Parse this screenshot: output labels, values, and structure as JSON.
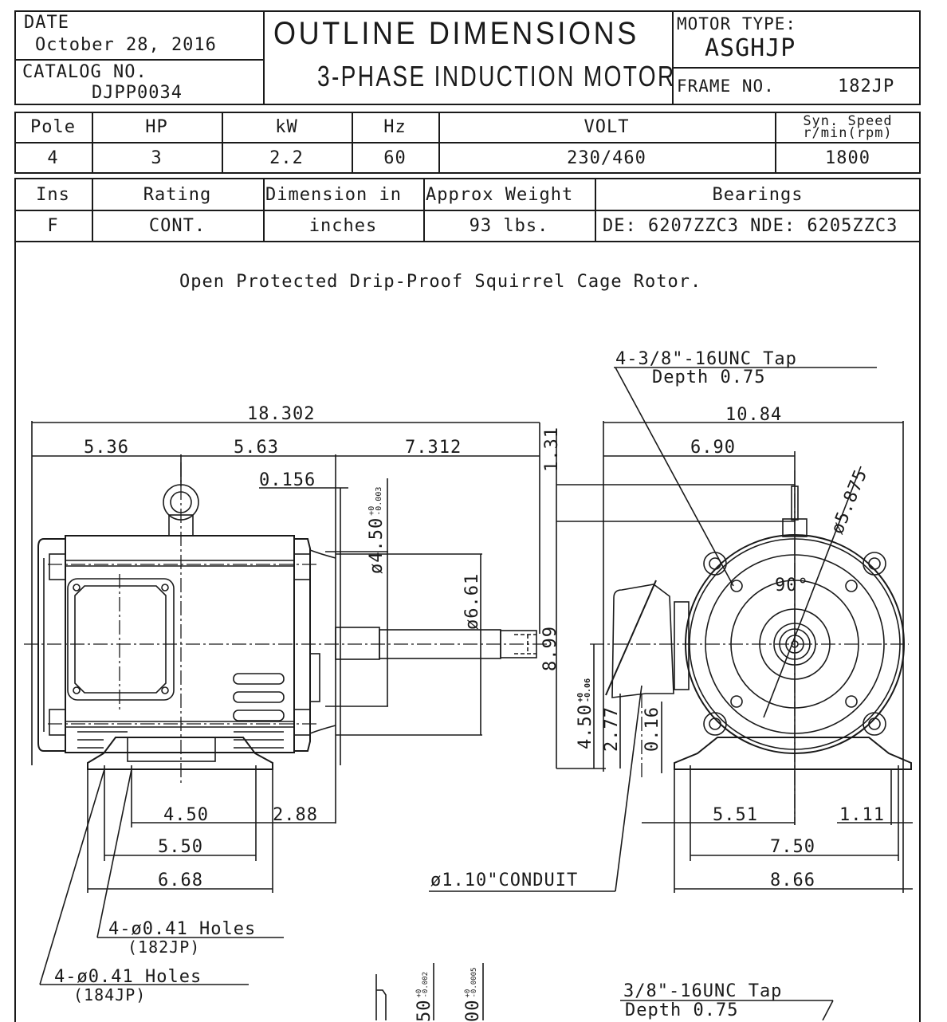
{
  "header": {
    "date_label": "DATE",
    "date_value": "October 28, 2016",
    "catalog_label": "CATALOG NO.",
    "catalog_value": "DJPP0034",
    "title": "OUTLINE DIMENSIONS",
    "subtitle": "3-PHASE INDUCTION MOTOR",
    "motor_type_label": "MOTOR TYPE:",
    "motor_type_value": "ASGHJP",
    "frame_label": "FRAME NO.",
    "frame_value": "182JP"
  },
  "spec_table_1": {
    "headers": [
      "Pole",
      "HP",
      "kW",
      "Hz",
      "VOLT",
      "Syn. Speed",
      "r/min(rpm)"
    ],
    "values": [
      "4",
      "3",
      "2.2",
      "60",
      "230/460",
      "1800"
    ]
  },
  "spec_table_2": {
    "headers": [
      "Ins",
      "Rating",
      "Dimension in",
      "Approx Weight",
      "Bearings"
    ],
    "values": [
      "F",
      "CONT.",
      "inches",
      "93 lbs.",
      "DE: 6207ZZC3 NDE: 6205ZZC3"
    ]
  },
  "description": "Open Protected Drip-Proof Squirrel Cage Rotor.",
  "drawing": {
    "side_view": {
      "overall_length": "18.302",
      "dim_a": "5.36",
      "dim_b": "5.63",
      "dim_c": "7.312",
      "dim_flange": "0.156",
      "pilot_dia": "ø4.50",
      "pilot_tol_upper": "+0",
      "pilot_tol_lower": "-0.003",
      "bolt_circle_dia": "ø6.61",
      "height_total": "8.99",
      "height_top": "1.31",
      "foot_4_50": "4.50",
      "foot_2_88": "2.88",
      "foot_5_50": "5.50",
      "foot_6_68": "6.68",
      "holes_182": "4-ø0.41 Holes",
      "holes_182_frame": "(182JP)",
      "holes_184": "4-ø0.41 Holes",
      "holes_184_frame": "(184JP)",
      "shaft_a": "50",
      "shaft_a_tol_upper": "+0",
      "shaft_a_tol_lower": "-0.002",
      "shaft_b": "00",
      "shaft_b_tol_upper": "+0",
      "shaft_b_tol_lower": "-0.0005"
    },
    "end_view": {
      "tap_note": "4-3/8\"-16UNC Tap",
      "tap_depth": "Depth 0.75",
      "width_total": "10.84",
      "width_to_center": "6.90",
      "face_dia": "ø5.875",
      "angle": "90°",
      "shaft_height": "4.50",
      "shaft_height_tol_upper": "+0",
      "shaft_height_tol_lower": "-0.06",
      "box_height": "2.77",
      "box_offset": "0.16",
      "foot_5_51": "5.51",
      "foot_1_11": "1.11",
      "foot_7_50": "7.50",
      "foot_8_66": "8.66",
      "conduit": "ø1.10\"CONDUIT",
      "tap_note_2": "3/8\"-16UNC Tap",
      "tap_depth_2": "Depth 0.75"
    }
  }
}
